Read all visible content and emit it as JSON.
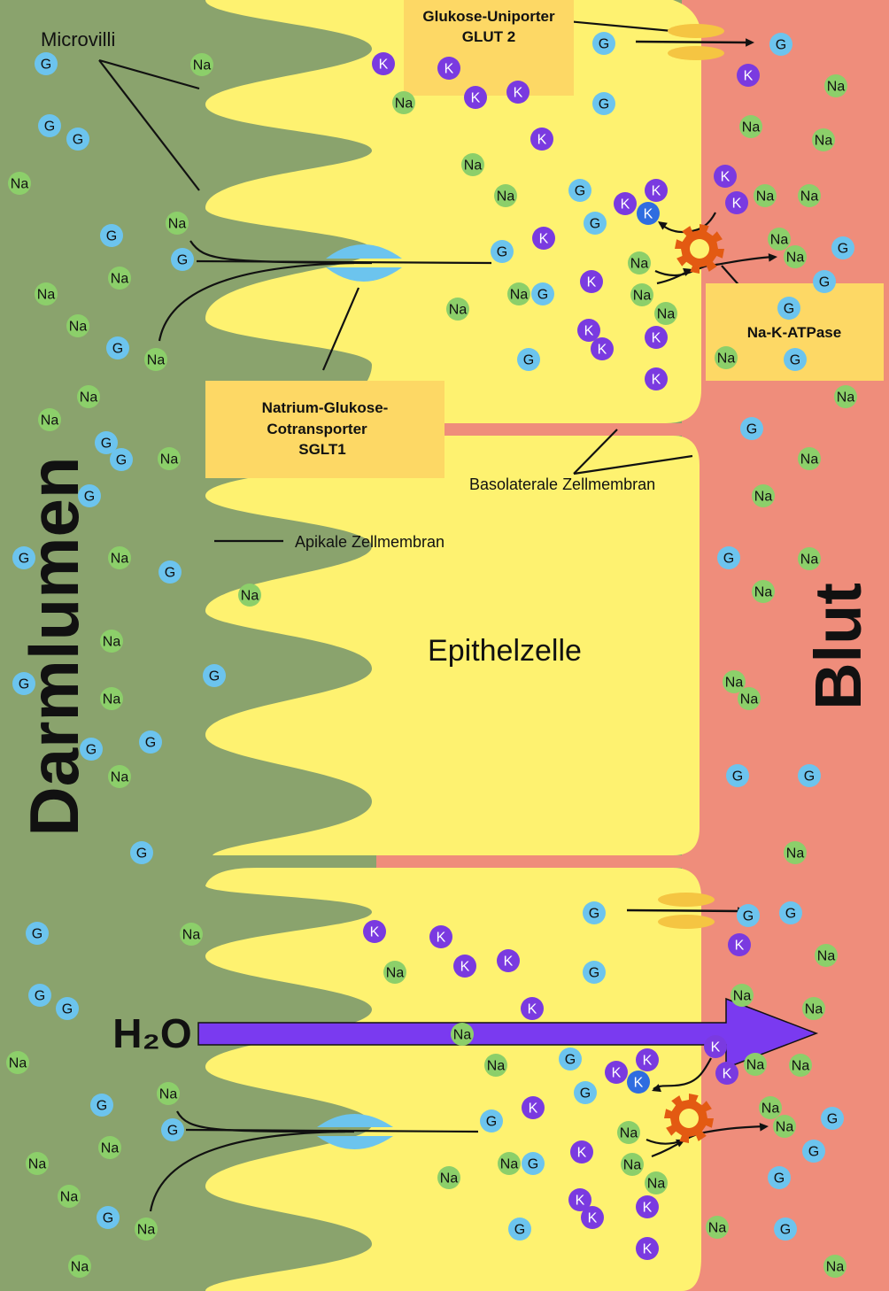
{
  "colors": {
    "lumen": "#8aa36d",
    "cell": "#fef270",
    "blood": "#ef8d7b",
    "glucose": "#6cc4ee",
    "sodium": "#8ccf6a",
    "potassium": "#7a3ae0",
    "potassium_alt": "#2f6de0",
    "sglt1": "#6cc4ee",
    "glut2": "#f5c542",
    "atpase": "#e35a12",
    "note": "#fdd865",
    "water_arrow": "#7a3af0"
  },
  "ion_labels": {
    "glucose": "G",
    "sodium": "Na",
    "potassium": "K"
  },
  "labels": {
    "lumen": "Darmlumen",
    "blood": "Blut",
    "cell": "Epithelzelle",
    "microvilli": "Microvilli",
    "apical_membrane": "Apikale Zellmembran",
    "basolateral_membrane": "Basolaterale Zellmembran",
    "water": "H₂O",
    "sglt1": [
      "Natrium-Glukose-",
      "Cotransporter",
      "SGLT1"
    ],
    "glut2": [
      "Glukose-Uniporter",
      "GLUT 2"
    ],
    "atpase": "Na-K-ATPase"
  },
  "icons": [
    "sglt1-transporter-icon",
    "glut2-transporter-icon",
    "na-k-atpase-gear-icon",
    "water-flow-arrow-icon"
  ]
}
